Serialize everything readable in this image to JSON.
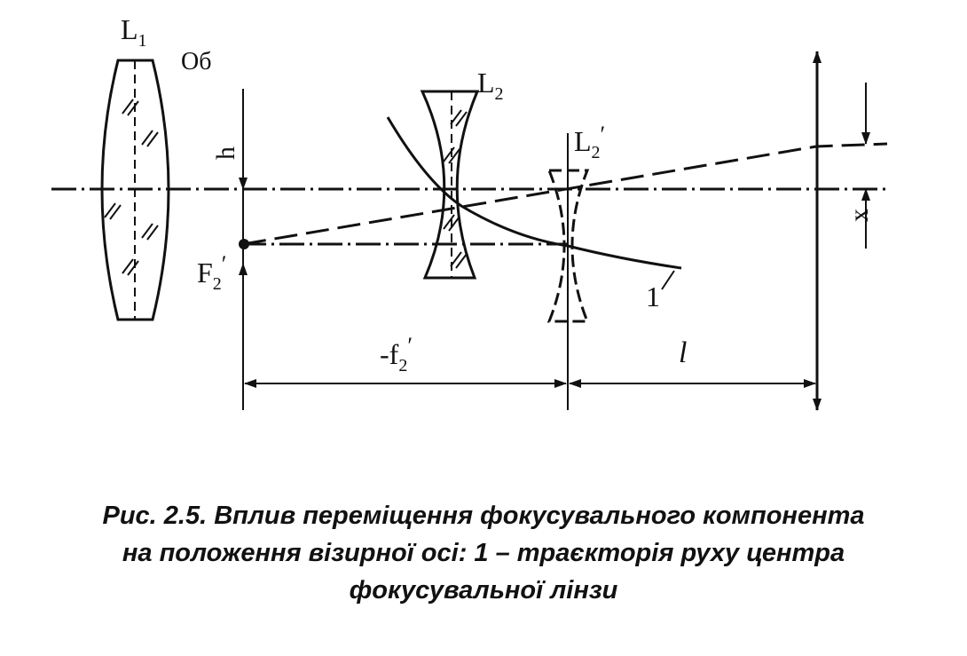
{
  "labels": {
    "lens1": "L",
    "lens1_sub": "1",
    "objective": "Об",
    "lens2": "L",
    "lens2_sub": "2",
    "lens2_moved": "L",
    "lens2_moved_sub": "2",
    "lens2_moved_prime": "′",
    "height": "h",
    "focus": "F",
    "focus_sub": "2",
    "focus_prime": "′",
    "focal_dim": "-f",
    "focal_dim_sub": "2",
    "focal_dim_prime": "′",
    "distance": "l",
    "displacement": "x",
    "trajectory": "1"
  },
  "caption": {
    "line1": "Рис. 2.5. Вплив переміщення фокусувального компонента",
    "line2": "на положення візирної осі: 1 – траєкторія руху центра",
    "line3": "фокусувальної лінзи"
  }
}
